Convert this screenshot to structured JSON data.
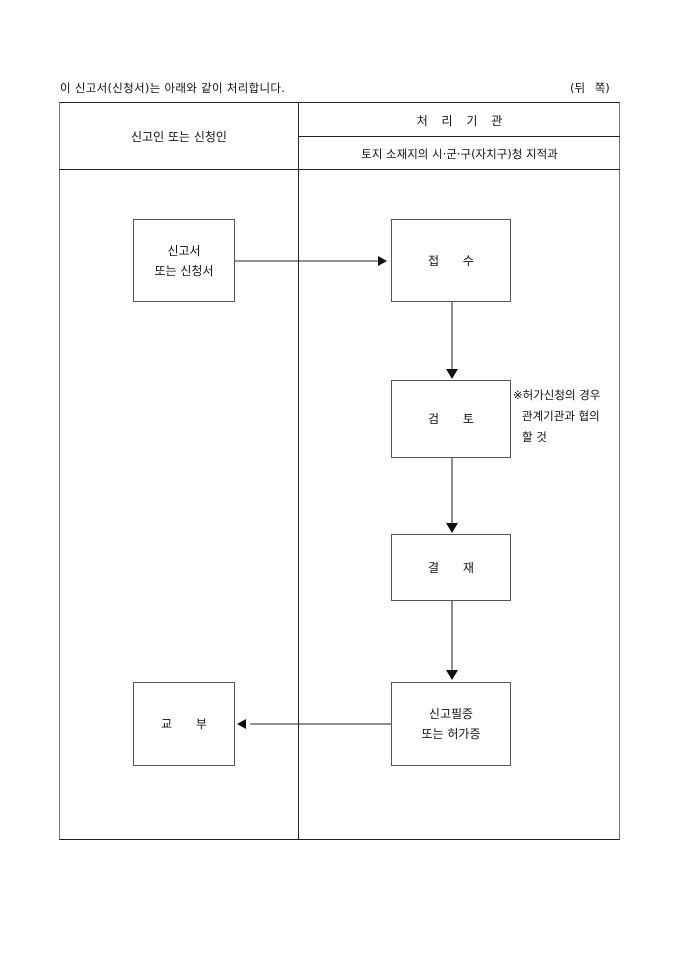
{
  "intro_text": "이 신고서(신청서)는 아래와 같이 처리합니다.",
  "page_side": "(뒤 쪽)",
  "header": {
    "applicant_column": "신고인 또는 신청인",
    "agency_column": "처 리 기 관",
    "agency_department": "토지 소재지의 시·군·구(자치구)청 지적과"
  },
  "flow": {
    "applicant_steps": [
      {
        "line1": "신고서",
        "line2": "또는 신청서"
      },
      {
        "line1": "교 부",
        "line2": ""
      }
    ],
    "agency_steps": [
      {
        "line1": "접 수",
        "line2": ""
      },
      {
        "line1": "검 토",
        "line2": ""
      },
      {
        "line1": "결 재",
        "line2": ""
      },
      {
        "line1": "신고필증",
        "line2": "또는 허가증"
      }
    ],
    "review_note": {
      "line1": "※허가신청의 경우",
      "line2": "관계기관과 협의",
      "line3": "할 것"
    }
  }
}
